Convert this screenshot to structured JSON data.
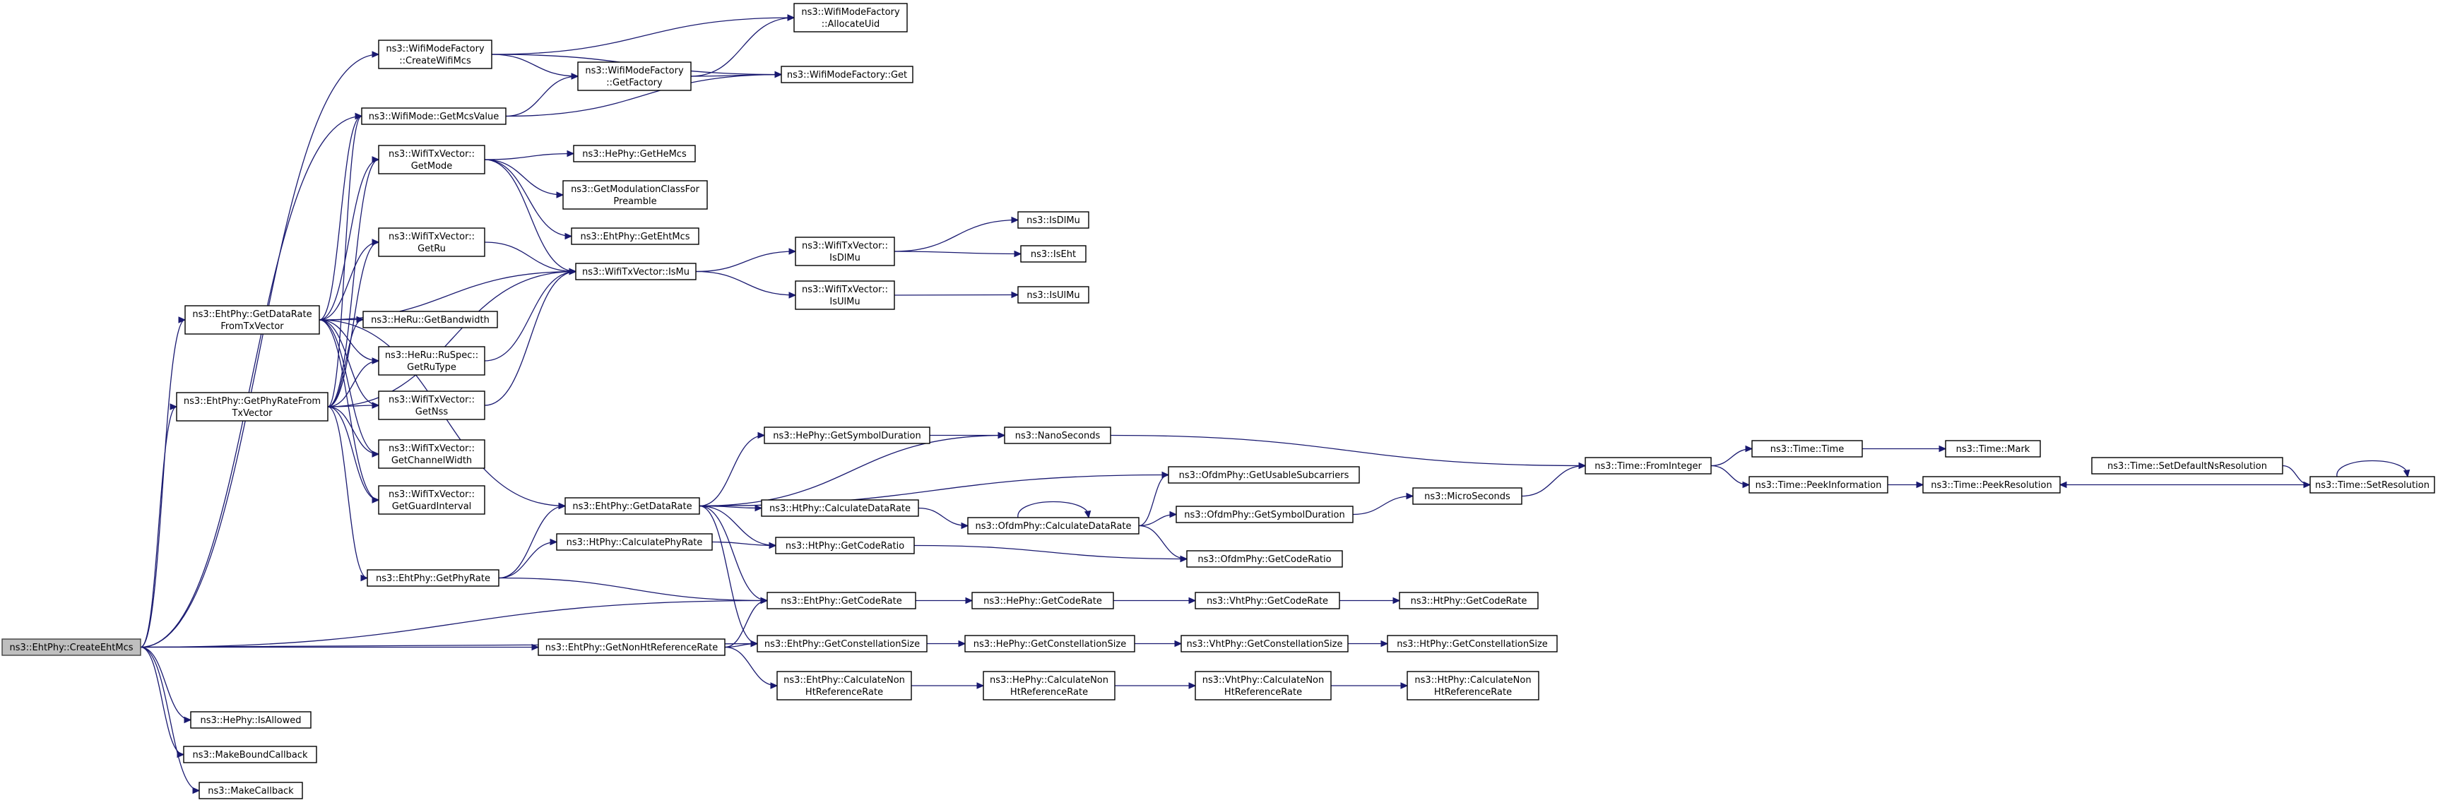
{
  "graph_type": "call-graph",
  "root_node": "createehtmcs",
  "colors": {
    "edge": "#191970",
    "root_fill": "#bfbfbf",
    "node_fill": "#ffffff",
    "node_stroke": "#000000"
  },
  "nodes": [
    {
      "id": "createehtmcs",
      "lines": [
        "ns3::EhtPhy::CreateEhtMcs"
      ]
    },
    {
      "id": "wmf-createwifimcs",
      "lines": [
        "ns3::WifiModeFactory",
        "::CreateWifiMcs"
      ]
    },
    {
      "id": "wmf-allocateuid",
      "lines": [
        "ns3::WifiModeFactory",
        "::AllocateUid"
      ]
    },
    {
      "id": "wmf-getfactory",
      "lines": [
        "ns3::WifiModeFactory",
        "::GetFactory"
      ]
    },
    {
      "id": "wmf-get",
      "lines": [
        "ns3::WifiModeFactory::Get"
      ]
    },
    {
      "id": "wifimode-getmcsvalue",
      "lines": [
        "ns3::WifiMode::GetMcsValue"
      ]
    },
    {
      "id": "txv-getmode",
      "lines": [
        "ns3::WifiTxVector::",
        "GetMode"
      ]
    },
    {
      "id": "hephy-gethemcs",
      "lines": [
        "ns3::HePhy::GetHeMcs"
      ]
    },
    {
      "id": "getmodclassforpreamble",
      "lines": [
        "ns3::GetModulationClassFor",
        "Preamble"
      ]
    },
    {
      "id": "ehtphy-getehtmcs",
      "lines": [
        "ns3::EhtPhy::GetEhtMcs"
      ]
    },
    {
      "id": "txv-getru",
      "lines": [
        "ns3::WifiTxVector::",
        "GetRu"
      ]
    },
    {
      "id": "txv-ismu",
      "lines": [
        "ns3::WifiTxVector::IsMu"
      ]
    },
    {
      "id": "txv-isdlmu",
      "lines": [
        "ns3::WifiTxVector::",
        "IsDlMu"
      ]
    },
    {
      "id": "isdlmu",
      "lines": [
        "ns3::IsDlMu"
      ]
    },
    {
      "id": "iseht",
      "lines": [
        "ns3::IsEht"
      ]
    },
    {
      "id": "txv-isulmu",
      "lines": [
        "ns3::WifiTxVector::",
        "IsUlMu"
      ]
    },
    {
      "id": "isulmu",
      "lines": [
        "ns3::IsUlMu"
      ]
    },
    {
      "id": "ehtphy-getdataratefromtxvector",
      "lines": [
        "ns3::EhtPhy::GetDataRate",
        "FromTxVector"
      ]
    },
    {
      "id": "heru-getbandwidth",
      "lines": [
        "ns3::HeRu::GetBandwidth"
      ]
    },
    {
      "id": "heru-rutype",
      "lines": [
        "ns3::HeRu::RuSpec::",
        "GetRuType"
      ]
    },
    {
      "id": "ehtphy-getphyratefromtxvector",
      "lines": [
        "ns3::EhtPhy::GetPhyRateFrom",
        "TxVector"
      ]
    },
    {
      "id": "txv-getnss",
      "lines": [
        "ns3::WifiTxVector::",
        "GetNss"
      ]
    },
    {
      "id": "txv-getchannelwidth",
      "lines": [
        "ns3::WifiTxVector::",
        "GetChannelWidth"
      ]
    },
    {
      "id": "txv-getguardinterval",
      "lines": [
        "ns3::WifiTxVector::",
        "GetGuardInterval"
      ]
    },
    {
      "id": "hephy-getsymbolduration",
      "lines": [
        "ns3::HePhy::GetSymbolDuration"
      ]
    },
    {
      "id": "nanoseconds",
      "lines": [
        "ns3::NanoSeconds"
      ]
    },
    {
      "id": "time-frominteger",
      "lines": [
        "ns3::Time::FromInteger"
      ]
    },
    {
      "id": "time-time",
      "lines": [
        "ns3::Time::Time"
      ]
    },
    {
      "id": "time-mark",
      "lines": [
        "ns3::Time::Mark"
      ]
    },
    {
      "id": "time-peekinformation",
      "lines": [
        "ns3::Time::PeekInformation"
      ]
    },
    {
      "id": "time-peekresolution",
      "lines": [
        "ns3::Time::PeekResolution"
      ]
    },
    {
      "id": "time-setdefaultnsresolution",
      "lines": [
        "ns3::Time::SetDefaultNsResolution"
      ]
    },
    {
      "id": "time-setresolution",
      "lines": [
        "ns3::Time::SetResolution"
      ]
    },
    {
      "id": "ofdm-getusablesubcarriers",
      "lines": [
        "ns3::OfdmPhy::GetUsableSubcarriers"
      ]
    },
    {
      "id": "ehtphy-getdatarate",
      "lines": [
        "ns3::EhtPhy::GetDataRate"
      ]
    },
    {
      "id": "htphy-calculatedatarate",
      "lines": [
        "ns3::HtPhy::CalculateDataRate"
      ]
    },
    {
      "id": "ofdm-calculatedatarate",
      "lines": [
        "ns3::OfdmPhy::CalculateDataRate"
      ]
    },
    {
      "id": "ofdm-getsymbolduration",
      "lines": [
        "ns3::OfdmPhy::GetSymbolDuration"
      ]
    },
    {
      "id": "microseconds",
      "lines": [
        "ns3::MicroSeconds"
      ]
    },
    {
      "id": "htphy-calculatephyrate",
      "lines": [
        "ns3::HtPhy::CalculatePhyRate"
      ]
    },
    {
      "id": "htphy-getcoderatio",
      "lines": [
        "ns3::HtPhy::GetCodeRatio"
      ]
    },
    {
      "id": "ofdm-getcoderatio",
      "lines": [
        "ns3::OfdmPhy::GetCodeRatio"
      ]
    },
    {
      "id": "ehtphy-getphyrate",
      "lines": [
        "ns3::EhtPhy::GetPhyRate"
      ]
    },
    {
      "id": "ehtphy-getcoderate",
      "lines": [
        "ns3::EhtPhy::GetCodeRate"
      ]
    },
    {
      "id": "hephy-getcoderate",
      "lines": [
        "ns3::HePhy::GetCodeRate"
      ]
    },
    {
      "id": "vhtphy-getcoderate",
      "lines": [
        "ns3::VhtPhy::GetCodeRate"
      ]
    },
    {
      "id": "htphy-getcoderate",
      "lines": [
        "ns3::HtPhy::GetCodeRate"
      ]
    },
    {
      "id": "ehtphy-getnonhtreferencerate",
      "lines": [
        "ns3::EhtPhy::GetNonHtReferenceRate"
      ]
    },
    {
      "id": "ehtphy-getconstellationsize",
      "lines": [
        "ns3::EhtPhy::GetConstellationSize"
      ]
    },
    {
      "id": "hephy-getconstellationsize",
      "lines": [
        "ns3::HePhy::GetConstellationSize"
      ]
    },
    {
      "id": "vhtphy-getconstellationsize",
      "lines": [
        "ns3::VhtPhy::GetConstellationSize"
      ]
    },
    {
      "id": "htphy-getconstellationsize",
      "lines": [
        "ns3::HtPhy::GetConstellationSize"
      ]
    },
    {
      "id": "ehtphy-calculatenonhtreferencerate",
      "lines": [
        "ns3::EhtPhy::CalculateNon",
        "HtReferenceRate"
      ]
    },
    {
      "id": "hephy-calculatenonhtreferencerate",
      "lines": [
        "ns3::HePhy::CalculateNon",
        "HtReferenceRate"
      ]
    },
    {
      "id": "vhtphy-calculatenonhtreferencerate",
      "lines": [
        "ns3::VhtPhy::CalculateNon",
        "HtReferenceRate"
      ]
    },
    {
      "id": "htphy-calculatenonhtreferencerate",
      "lines": [
        "ns3::HtPhy::CalculateNon",
        "HtReferenceRate"
      ]
    },
    {
      "id": "hephy-isallowed",
      "lines": [
        "ns3::HePhy::IsAllowed"
      ]
    },
    {
      "id": "makeboundcallback",
      "lines": [
        "ns3::MakeBoundCallback"
      ]
    },
    {
      "id": "makecallback",
      "lines": [
        "ns3::MakeCallback"
      ]
    }
  ],
  "edges": [
    [
      "createehtmcs",
      "wmf-createwifimcs"
    ],
    [
      "createehtmcs",
      "wifimode-getmcsvalue"
    ],
    [
      "createehtmcs",
      "ehtphy-getdataratefromtxvector"
    ],
    [
      "createehtmcs",
      "ehtphy-getphyratefromtxvector"
    ],
    [
      "createehtmcs",
      "ehtphy-getcoderate"
    ],
    [
      "createehtmcs",
      "ehtphy-getnonhtreferencerate"
    ],
    [
      "createehtmcs",
      "ehtphy-getconstellationsize"
    ],
    [
      "createehtmcs",
      "hephy-isallowed"
    ],
    [
      "createehtmcs",
      "makeboundcallback"
    ],
    [
      "createehtmcs",
      "makecallback"
    ],
    [
      "wmf-createwifimcs",
      "wmf-allocateuid"
    ],
    [
      "wmf-createwifimcs",
      "wmf-getfactory"
    ],
    [
      "wmf-createwifimcs",
      "wmf-get"
    ],
    [
      "wmf-getfactory",
      "wmf-allocateuid"
    ],
    [
      "wmf-getfactory",
      "wmf-get"
    ],
    [
      "wifimode-getmcsvalue",
      "wmf-getfactory"
    ],
    [
      "wifimode-getmcsvalue",
      "wmf-get"
    ],
    [
      "txv-getmode",
      "hephy-gethemcs"
    ],
    [
      "txv-getmode",
      "getmodclassforpreamble"
    ],
    [
      "txv-getmode",
      "ehtphy-getehtmcs"
    ],
    [
      "txv-getmode",
      "txv-ismu"
    ],
    [
      "txv-getru",
      "txv-ismu"
    ],
    [
      "txv-ismu",
      "txv-isdlmu"
    ],
    [
      "txv-ismu",
      "txv-isulmu"
    ],
    [
      "txv-isdlmu",
      "isdlmu"
    ],
    [
      "txv-isdlmu",
      "iseht"
    ],
    [
      "txv-isulmu",
      "isulmu"
    ],
    [
      "ehtphy-getdataratefromtxvector",
      "wifimode-getmcsvalue"
    ],
    [
      "ehtphy-getdataratefromtxvector",
      "txv-getmode"
    ],
    [
      "ehtphy-getdataratefromtxvector",
      "txv-getru"
    ],
    [
      "ehtphy-getdataratefromtxvector",
      "txv-ismu"
    ],
    [
      "ehtphy-getdataratefromtxvector",
      "heru-getbandwidth"
    ],
    [
      "ehtphy-getdataratefromtxvector",
      "heru-rutype"
    ],
    [
      "ehtphy-getdataratefromtxvector",
      "txv-getnss"
    ],
    [
      "ehtphy-getdataratefromtxvector",
      "txv-getchannelwidth"
    ],
    [
      "ehtphy-getdataratefromtxvector",
      "txv-getguardinterval"
    ],
    [
      "ehtphy-getdataratefromtxvector",
      "ehtphy-getdatarate"
    ],
    [
      "ehtphy-getphyratefromtxvector",
      "wifimode-getmcsvalue"
    ],
    [
      "ehtphy-getphyratefromtxvector",
      "txv-getmode"
    ],
    [
      "ehtphy-getphyratefromtxvector",
      "txv-getru"
    ],
    [
      "ehtphy-getphyratefromtxvector",
      "txv-ismu"
    ],
    [
      "ehtphy-getphyratefromtxvector",
      "heru-getbandwidth"
    ],
    [
      "ehtphy-getphyratefromtxvector",
      "heru-rutype"
    ],
    [
      "ehtphy-getphyratefromtxvector",
      "txv-getnss"
    ],
    [
      "ehtphy-getphyratefromtxvector",
      "txv-getchannelwidth"
    ],
    [
      "ehtphy-getphyratefromtxvector",
      "txv-getguardinterval"
    ],
    [
      "ehtphy-getphyratefromtxvector",
      "ehtphy-getphyrate"
    ],
    [
      "heru-rutype",
      "txv-ismu"
    ],
    [
      "txv-getnss",
      "txv-ismu"
    ],
    [
      "hephy-getsymbolduration",
      "nanoseconds"
    ],
    [
      "nanoseconds",
      "time-frominteger"
    ],
    [
      "time-frominteger",
      "time-time"
    ],
    [
      "time-frominteger",
      "time-peekinformation"
    ],
    [
      "time-time",
      "time-mark"
    ],
    [
      "time-peekinformation",
      "time-peekresolution"
    ],
    [
      "time-setdefaultnsresolution",
      "time-setresolution"
    ],
    [
      "time-setresolution",
      "time-setresolution"
    ],
    [
      "time-setresolution",
      "time-peekresolution"
    ],
    [
      "ehtphy-getdatarate",
      "hephy-getsymbolduration"
    ],
    [
      "ehtphy-getdatarate",
      "nanoseconds"
    ],
    [
      "ehtphy-getdatarate",
      "ofdm-getusablesubcarriers"
    ],
    [
      "ehtphy-getdatarate",
      "htphy-calculatedatarate"
    ],
    [
      "ehtphy-getdatarate",
      "htphy-getcoderatio"
    ],
    [
      "ehtphy-getdatarate",
      "ehtphy-getcoderate"
    ],
    [
      "ehtphy-getdatarate",
      "ehtphy-getconstellationsize"
    ],
    [
      "htphy-calculatedatarate",
      "ofdm-calculatedatarate"
    ],
    [
      "ofdm-calculatedatarate",
      "ofdm-calculatedatarate"
    ],
    [
      "ofdm-calculatedatarate",
      "ofdm-getusablesubcarriers"
    ],
    [
      "ofdm-calculatedatarate",
      "ofdm-getsymbolduration"
    ],
    [
      "ofdm-calculatedatarate",
      "ofdm-getcoderatio"
    ],
    [
      "ofdm-getsymbolduration",
      "microseconds"
    ],
    [
      "microseconds",
      "time-frominteger"
    ],
    [
      "htphy-calculatephyrate",
      "htphy-getcoderatio"
    ],
    [
      "htphy-getcoderatio",
      "ofdm-getcoderatio"
    ],
    [
      "ehtphy-getphyrate",
      "ehtphy-getdatarate"
    ],
    [
      "ehtphy-getphyrate",
      "htphy-calculatephyrate"
    ],
    [
      "ehtphy-getphyrate",
      "ehtphy-getcoderate"
    ],
    [
      "ehtphy-getcoderate",
      "hephy-getcoderate"
    ],
    [
      "hephy-getcoderate",
      "vhtphy-getcoderate"
    ],
    [
      "vhtphy-getcoderate",
      "htphy-getcoderate"
    ],
    [
      "ehtphy-getnonhtreferencerate",
      "ehtphy-getcoderate"
    ],
    [
      "ehtphy-getnonhtreferencerate",
      "ehtphy-getconstellationsize"
    ],
    [
      "ehtphy-getnonhtreferencerate",
      "ehtphy-calculatenonhtreferencerate"
    ],
    [
      "ehtphy-getconstellationsize",
      "hephy-getconstellationsize"
    ],
    [
      "hephy-getconstellationsize",
      "vhtphy-getconstellationsize"
    ],
    [
      "vhtphy-getconstellationsize",
      "htphy-getconstellationsize"
    ],
    [
      "ehtphy-calculatenonhtreferencerate",
      "hephy-calculatenonhtreferencerate"
    ],
    [
      "hephy-calculatenonhtreferencerate",
      "vhtphy-calculatenonhtreferencerate"
    ],
    [
      "vhtphy-calculatenonhtreferencerate",
      "htphy-calculatenonhtreferencerate"
    ]
  ]
}
